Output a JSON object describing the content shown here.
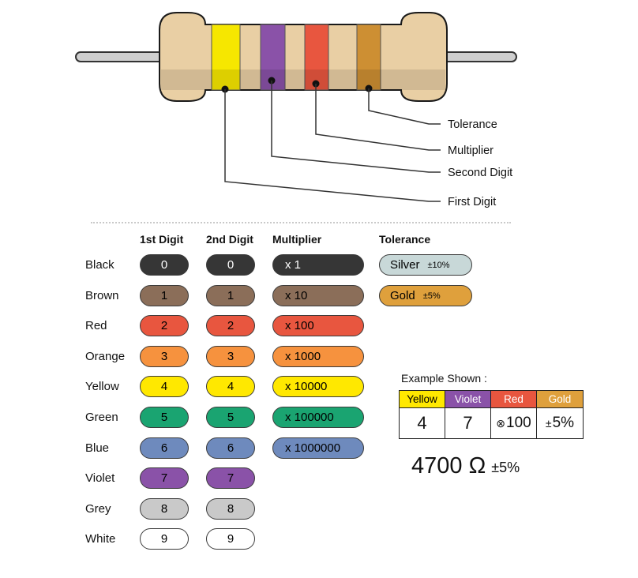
{
  "resistor": {
    "body_color": "#e9cfa4",
    "lead_color": "#cfcfcf",
    "band_colors": {
      "first": "#f6e700",
      "second": "#8a52a8",
      "multiplier": "#e8563f",
      "tolerance": "#cd8f33"
    },
    "callouts": [
      {
        "label": "Tolerance"
      },
      {
        "label": "Multiplier"
      },
      {
        "label": "Second Digit"
      },
      {
        "label": "First Digit"
      }
    ]
  },
  "table": {
    "headers": {
      "digit1": "1st Digit",
      "digit2": "2nd Digit",
      "multiplier": "Multiplier",
      "tolerance": "Tolerance"
    },
    "rows": [
      {
        "name": "Black",
        "d1": "0",
        "d2": "0",
        "mult": "x 1",
        "bg": "#363636",
        "fg": "#ffffff"
      },
      {
        "name": "Brown",
        "d1": "1",
        "d2": "1",
        "mult": "x 10",
        "bg": "#8b6e59",
        "fg": "#000000"
      },
      {
        "name": "Red",
        "d1": "2",
        "d2": "2",
        "mult": "x 100",
        "bg": "#e8563f",
        "fg": "#000000"
      },
      {
        "name": "Orange",
        "d1": "3",
        "d2": "3",
        "mult": "x 1000",
        "bg": "#f6923e",
        "fg": "#000000"
      },
      {
        "name": "Yellow",
        "d1": "4",
        "d2": "4",
        "mult": "x 10000",
        "bg": "#ffe800",
        "fg": "#000000"
      },
      {
        "name": "Green",
        "d1": "5",
        "d2": "5",
        "mult": "x 100000",
        "bg": "#1aa471",
        "fg": "#000000"
      },
      {
        "name": "Blue",
        "d1": "6",
        "d2": "6",
        "mult": "x 1000000",
        "bg": "#6e8abd",
        "fg": "#000000"
      },
      {
        "name": "Violet",
        "d1": "7",
        "d2": "7",
        "bg": "#8a52a8",
        "fg": "#000000"
      },
      {
        "name": "Grey",
        "d1": "8",
        "d2": "8",
        "bg": "#c9c9c9",
        "fg": "#000000"
      },
      {
        "name": "White",
        "d1": "9",
        "d2": "9",
        "bg": "#ffffff",
        "fg": "#000000"
      }
    ],
    "tolerances": [
      {
        "name": "Silver",
        "value": "±10%",
        "bg": "#c8d8d8",
        "fg": "#000000"
      },
      {
        "name": "Gold",
        "value": "±5%",
        "bg": "#dfa03c",
        "fg": "#000000"
      }
    ]
  },
  "example": {
    "title": "Example Shown :",
    "columns": [
      {
        "band": "Yellow",
        "bg": "#ffe800",
        "fg": "#000000",
        "prefix": "",
        "value": "4"
      },
      {
        "band": "Violet",
        "bg": "#8a52a8",
        "fg": "#ffffff",
        "prefix": "",
        "value": "7"
      },
      {
        "band": "Red",
        "bg": "#e8563f",
        "fg": "#ffffff",
        "prefix": "⊗",
        "value": "100"
      },
      {
        "band": "Gold",
        "bg": "#dfa03c",
        "fg": "#ffffff",
        "prefix": "±",
        "value": "5%"
      }
    ],
    "result_value": "4700 Ω",
    "result_tolerance": "±5%"
  }
}
